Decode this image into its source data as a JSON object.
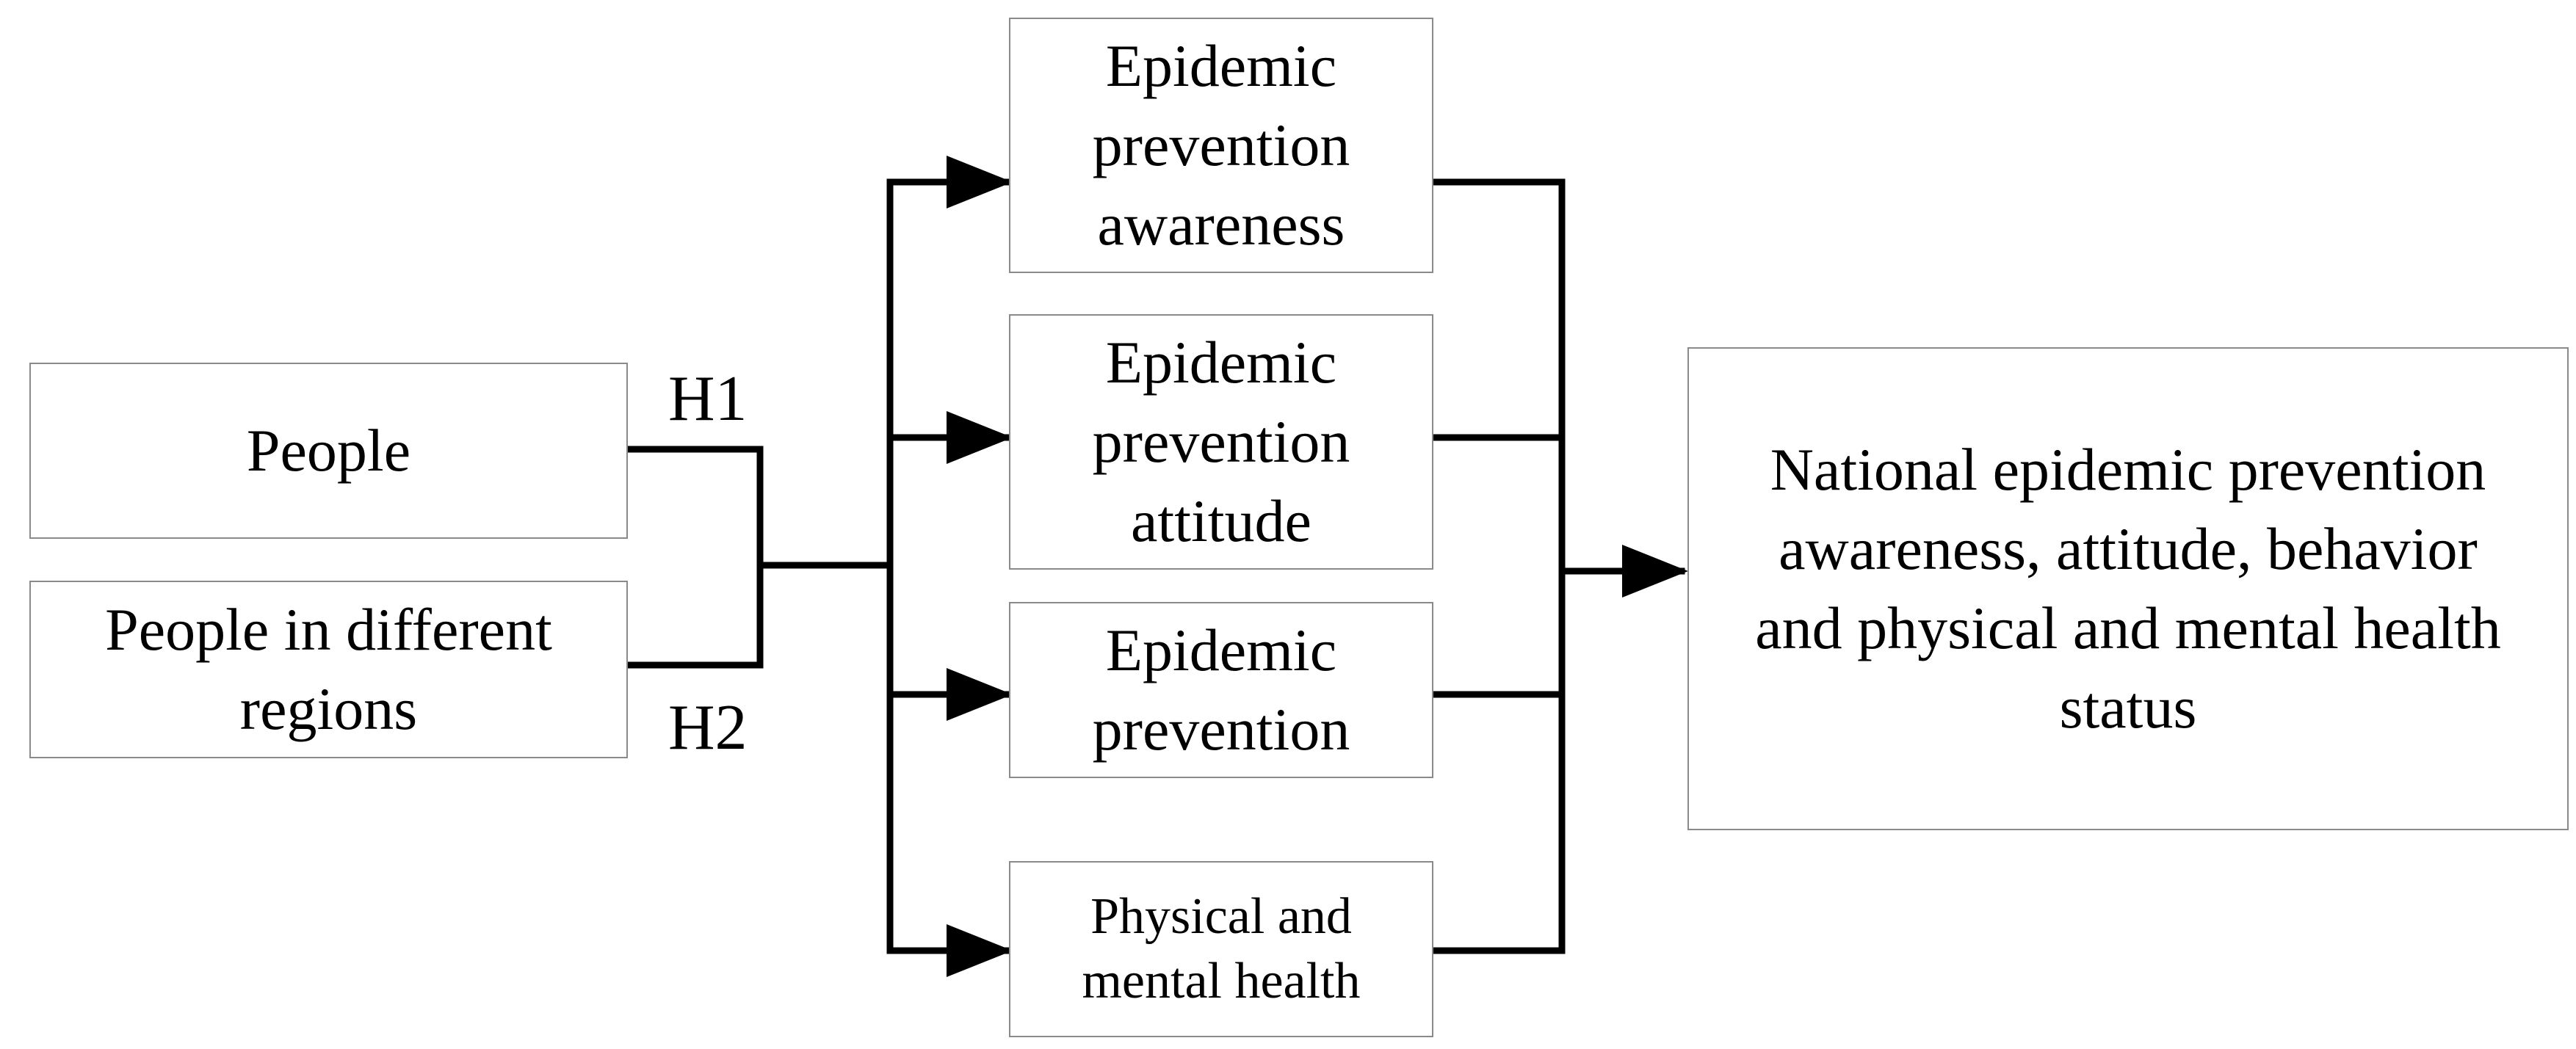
{
  "diagram": {
    "inputs": {
      "people": "People",
      "regions": "People in different\nregions"
    },
    "hypotheses": {
      "h1": "H1",
      "h2": "H2"
    },
    "factors": {
      "awareness": "Epidemic\nprevention\nawareness",
      "attitude": "Epidemic\nprevention\nattitude",
      "prevention": "Epidemic\nprevention",
      "health": "Physical and\nmental health"
    },
    "outcome": "National epidemic prevention\nawareness, attitude, behavior\nand physical and mental health\nstatus"
  }
}
